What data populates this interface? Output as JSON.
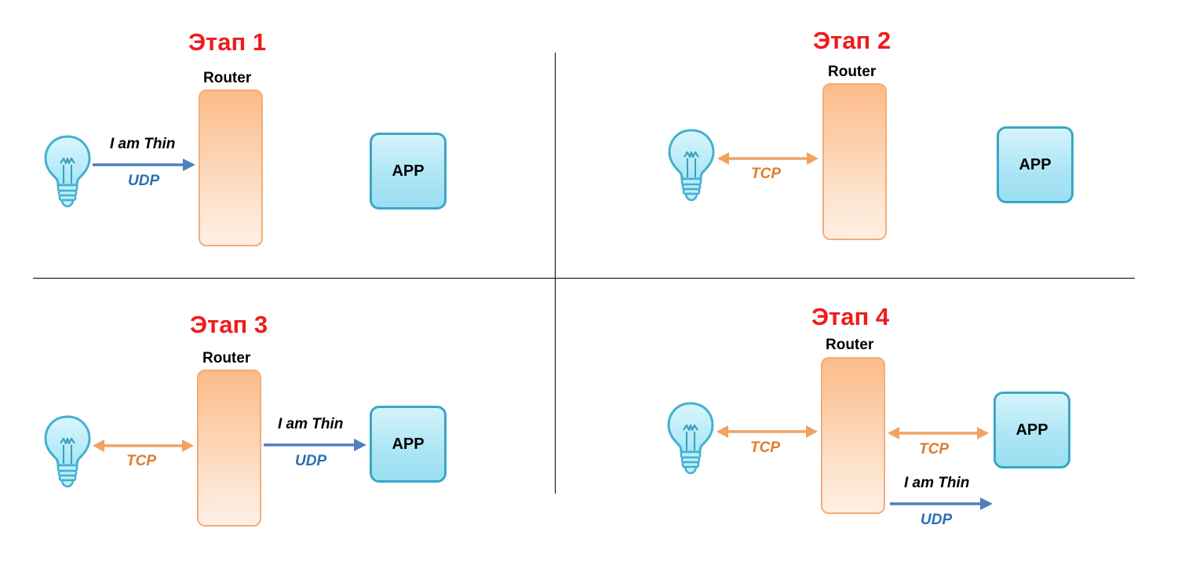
{
  "colors": {
    "stage_title": "#ee1c1c",
    "tcp": "#e07b2a",
    "tcp_arrow": "#f0a263",
    "udp": "#2a6fb2",
    "udp_arrow": "#4f7fbf",
    "router_fill": "#fcbb88",
    "app_fill": "#aee6f5",
    "bulb_fill": "#bdeefa"
  },
  "icons": {
    "device": "light-bulb-icon"
  },
  "stages": [
    {
      "title": "Этап 1",
      "router_label": "Router",
      "app_label": "APP",
      "messages": [
        {
          "label": "I am Thin",
          "protocol": "UDP"
        }
      ]
    },
    {
      "title": "Этап 2",
      "router_label": "Router",
      "app_label": "APP",
      "links": [
        {
          "protocol": "TCP"
        }
      ]
    },
    {
      "title": "Этап 3",
      "router_label": "Router",
      "app_label": "APP",
      "links": [
        {
          "protocol": "TCP"
        }
      ],
      "messages": [
        {
          "label": "I am Thin",
          "protocol": "UDP"
        }
      ]
    },
    {
      "title": "Этап 4",
      "router_label": "Router",
      "app_label": "APP",
      "links": [
        {
          "protocol": "TCP"
        },
        {
          "protocol": "TCP"
        }
      ],
      "messages": [
        {
          "label": "I am Thin",
          "protocol": "UDP"
        }
      ]
    }
  ]
}
